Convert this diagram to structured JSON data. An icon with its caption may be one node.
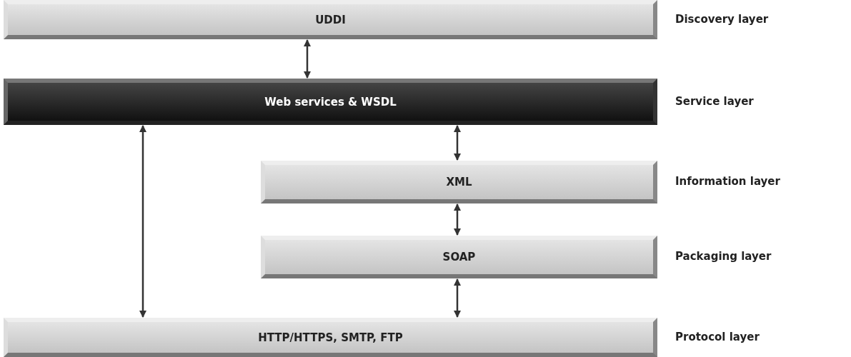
{
  "diagram": {
    "nodes": [
      {
        "text": [
          "UDDI"
        ],
        "beside": [
          "Discovery layer"
        ]
      },
      {
        "text": [
          "Web services & WSDL"
        ],
        "beside": [
          "Service layer"
        ]
      },
      {
        "text": [
          "XML"
        ],
        "beside": [
          "Information layer"
        ]
      },
      {
        "text": [
          "SOAP"
        ],
        "beside": [
          "Packaging layer"
        ]
      },
      {
        "text": [
          "HTTP/HTTPS, SMTP, FTP"
        ],
        "beside": [
          "Protocol layer"
        ]
      }
    ],
    "edges": [
      {
        "from": 0,
        "to": 1,
        "arrow": "both"
      },
      {
        "from": 1,
        "to": 4,
        "arrow": "both"
      },
      {
        "from": 1,
        "to": 2,
        "arrow": "both"
      },
      {
        "from": 2,
        "to": 3,
        "arrow": "both"
      },
      {
        "from": 3,
        "to": 4,
        "arrow": "both"
      }
    ]
  }
}
